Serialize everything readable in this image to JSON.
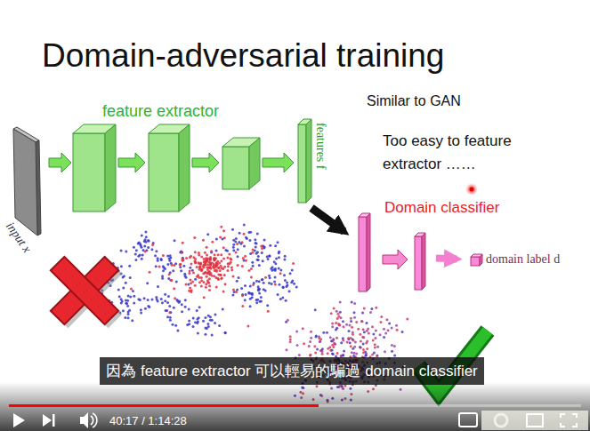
{
  "diagram": {
    "title": "Domain-adversarial training",
    "nodes": [
      {
        "text": [
          "input x"
        ]
      },
      {
        "text": [
          "features f"
        ]
      },
      {
        "text": [
          "Domain classifier"
        ]
      },
      {
        "text": [
          "domain label d"
        ]
      }
    ],
    "edges": [
      {
        "from": 1,
        "to": 2,
        "arrow": "to"
      },
      {
        "from": 2,
        "to": 3,
        "arrow": "to"
      }
    ],
    "labels": [
      "feature extractor",
      "Similar to GAN",
      "Too easy to feature extractor ……",
      "因為 feature extractor 可以輕易的騙過 domain classifier",
      "40:17 / 1:14:28"
    ]
  }
}
